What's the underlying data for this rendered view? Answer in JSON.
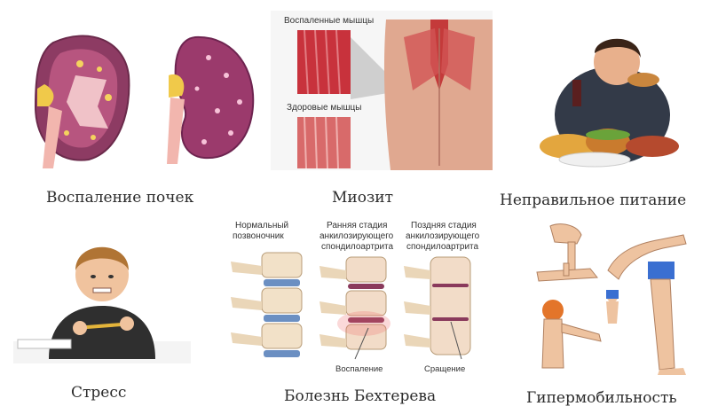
{
  "panels": [
    {
      "caption": "Воспаление почек"
    },
    {
      "caption": "Миозит",
      "labels": {
        "inflamed": "Воспаленные мышцы",
        "healthy": "Здоровые мышцы"
      }
    },
    {
      "caption": "Неправильное питание"
    },
    {
      "caption": "Стресс"
    },
    {
      "caption": "Болезнь Бехтерева",
      "labels": {
        "col1_line1": "Нормальный",
        "col1_line2": "позвоночник",
        "col2_line1": "Ранняя стадия",
        "col2_line2": "анкилозирующего",
        "col2_line3": "спондилоартрита",
        "col3_line1": "Поздняя стадия",
        "col3_line2": "анкилозирующего",
        "col3_line3": "спондилоартрита",
        "inflammation": "Воспаление",
        "fusion": "Сращение"
      }
    },
    {
      "caption": "Гипермобильность"
    }
  ]
}
